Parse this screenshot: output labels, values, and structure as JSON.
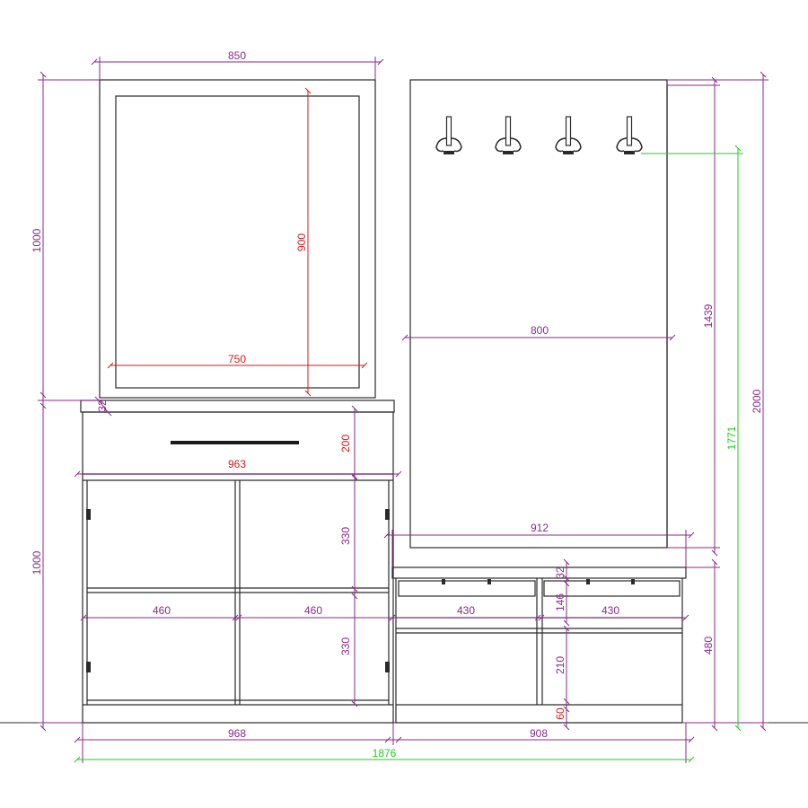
{
  "colors": {
    "dimension_primary": "#8a2a8a",
    "dimension_secondary": "#d61a1a",
    "dimension_overall": "#26c926",
    "object_lines": "#2a2a2a",
    "background": "#ffffff"
  },
  "mirror": {
    "outer_width": "850",
    "inner_width": "750",
    "inner_height": "900",
    "height": "1000"
  },
  "cabinet": {
    "height": "1000",
    "top_thickness": "32",
    "drawer_height": "200",
    "top_width": "963",
    "shelf_height_upper": "330",
    "shelf_height_lower": "330",
    "cell_width_left": "460",
    "cell_width_right": "460",
    "base_width": "968"
  },
  "hanger_panel": {
    "width": "800",
    "hook_height": "1439",
    "total_height": "2000",
    "hook_to_floor": "1771",
    "hooks": [
      "hook",
      "hook",
      "hook",
      "hook"
    ]
  },
  "bench": {
    "top_width": "912",
    "top_thickness": "32",
    "drawer_height": "146",
    "cell_width_left": "430",
    "cell_width_right": "430",
    "shelf_height": "210",
    "plinth_height": "60",
    "height": "480",
    "base_width": "908"
  },
  "overall": {
    "total_width": "1876"
  }
}
